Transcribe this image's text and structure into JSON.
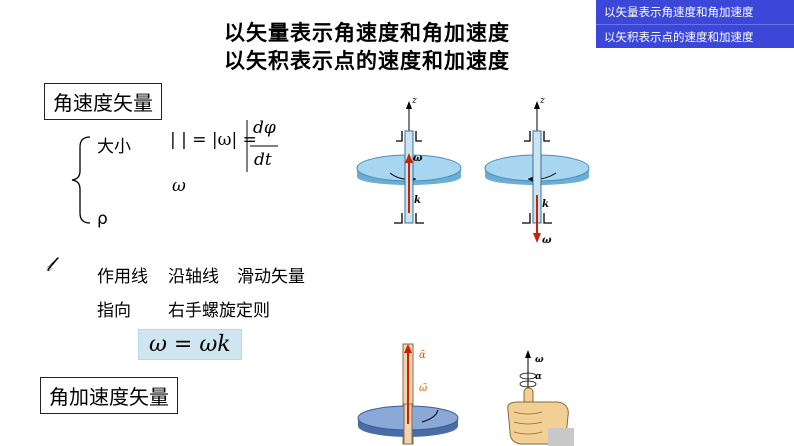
{
  "heading": {
    "line1": "以矢量表示角速度和角加速度",
    "line2": "以矢积表示点的速度和加速度"
  },
  "nav": {
    "item1": "以矢量表示角速度和角加速度",
    "item2": "以矢积表示点的速度和加速度"
  },
  "section1": {
    "label": "角速度矢量",
    "magnitude_label": "大小",
    "omega_symbol": "ω",
    "rho_label": "ρ",
    "script_symbol": "𝓁",
    "line_label": "作用线",
    "line_value_1": "沿轴线",
    "line_value_2": "滑动矢量",
    "direction_label": "指向",
    "direction_value": "右手螺旋定则",
    "formula_main": "ω = ωk"
  },
  "formula_magnitude": {
    "lhs_bars": "| | = |ω| =",
    "numerator": "dφ",
    "denominator": "dt"
  },
  "section2": {
    "label": "角加速度矢量"
  },
  "figure_labels": {
    "z": "z",
    "omega": "ω",
    "k": "k",
    "alpha": "α",
    "alpha_bar": "ᾱ",
    "omega_bar": "ω̄"
  },
  "colors": {
    "nav_bg": "#3b47d8",
    "disk": "#8ec8e8",
    "arrow_red": "#cc2200",
    "formula_bg": "#cfe6f1"
  }
}
